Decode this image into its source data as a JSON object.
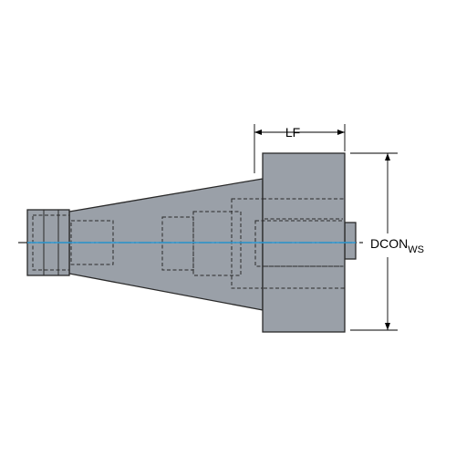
{
  "dimensions": {
    "lf_label": "LF",
    "dcon_label": "DCON",
    "dcon_subscript": "WS"
  },
  "colors": {
    "body_fill": "#9aa0a8",
    "body_stroke": "#2a2a2a",
    "centerline": "#2f9bd6",
    "hidden_line": "#2a2a2a"
  }
}
